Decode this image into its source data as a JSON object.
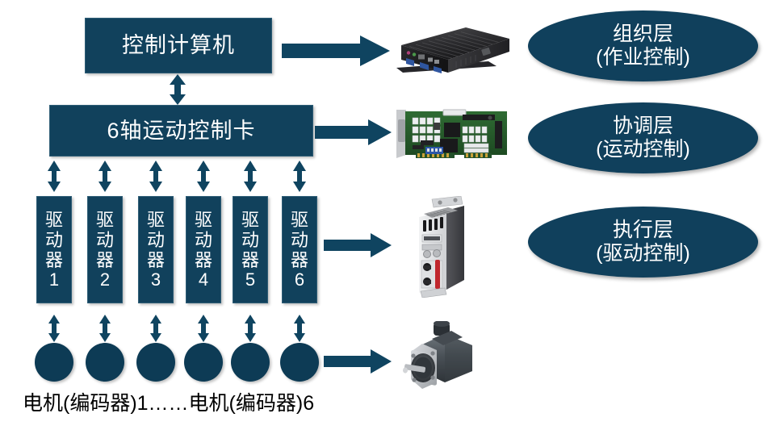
{
  "diagram": {
    "title_boxes": {
      "control_computer": "控制计算机",
      "motion_card": "6轴运动控制卡"
    },
    "drivers": [
      {
        "name": "驱动器",
        "ch": [
          "驱",
          "动",
          "器"
        ],
        "index": "1"
      },
      {
        "name": "驱动器",
        "ch": [
          "驱",
          "动",
          "器"
        ],
        "index": "2"
      },
      {
        "name": "驱动器",
        "ch": [
          "驱",
          "动",
          "器"
        ],
        "index": "3"
      },
      {
        "name": "驱动器",
        "ch": [
          "驱",
          "动",
          "器"
        ],
        "index": "4"
      },
      {
        "name": "驱动器",
        "ch": [
          "驱",
          "动",
          "器"
        ],
        "index": "5"
      },
      {
        "name": "驱动器",
        "ch": [
          "驱",
          "动",
          "器"
        ],
        "index": "6"
      }
    ],
    "motors_caption": "电机(编码器)1……电机(编码器)6",
    "layers": [
      {
        "line1": "组织层",
        "line2": "(作业控制)"
      },
      {
        "line1": "协调层",
        "line2": "(运动控制)"
      },
      {
        "line1": "执行层",
        "line2": "(驱动控制)"
      }
    ],
    "photos": [
      {
        "name": "industrial-pc-photo"
      },
      {
        "name": "motion-control-card-photo"
      },
      {
        "name": "servo-drive-photo"
      },
      {
        "name": "servo-motor-photo"
      }
    ],
    "colors": {
      "box_fill": "#11415c",
      "ellipse_fill": "#10405c",
      "arrow_fill": "#0f4460",
      "circle_fill": "#0d3b55",
      "text": "#ffffff",
      "background": "#ffffff"
    }
  }
}
